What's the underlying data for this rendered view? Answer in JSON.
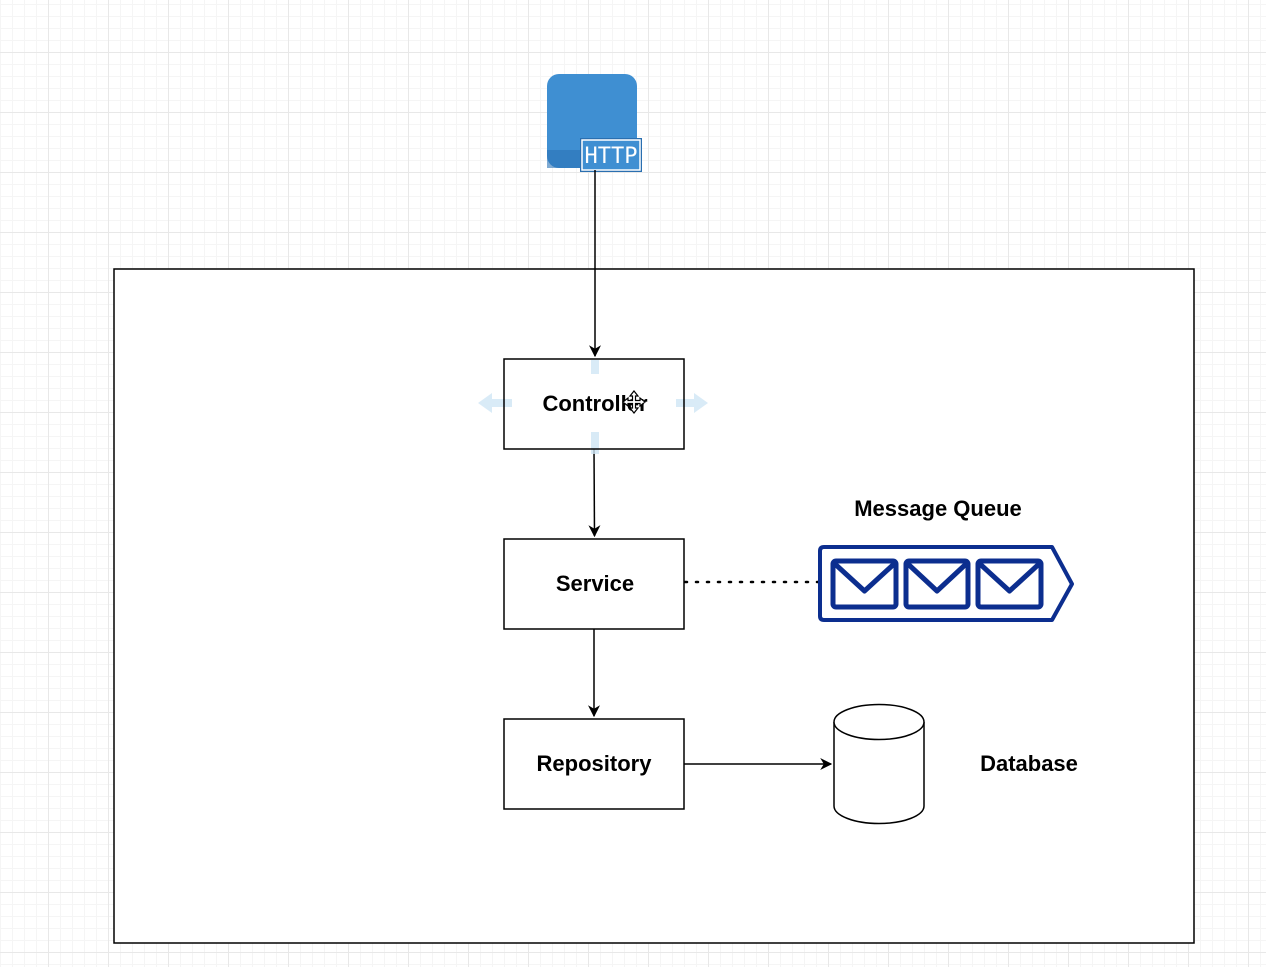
{
  "diagram": {
    "http_badge": "HTTP",
    "nodes": {
      "controller": "Controller",
      "service": "Service",
      "repository": "Repository"
    },
    "message_queue_label": "Message Queue",
    "database_label": "Database"
  },
  "colors": {
    "http_blue": "#3f8fd2",
    "http_badge_blue": "#2a6fb0",
    "queue_blue": "#0c2e8f",
    "stroke": "#000000",
    "selection_hint": "#cfe6f5"
  }
}
